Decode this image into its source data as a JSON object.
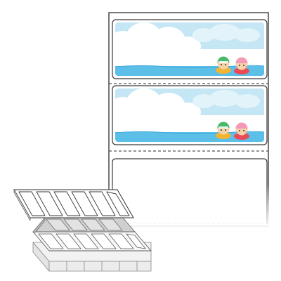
{
  "product": {
    "colors": {
      "sheet_border": "#2b2b2b",
      "perforation": "#555555",
      "sky": "#c5e6f4",
      "cloud": "#ffffff",
      "water": "#5bbfe8",
      "water_dark": "#3ea8db",
      "label_border": "#3a3a3a",
      "stack_fill": "#fafafa",
      "stack_edge": "#8a8a8a",
      "cap_green": "#49b86a",
      "cap_pink": "#f49ab7",
      "skin": "#f7d2a8",
      "float_ring": "#f2b431",
      "float_ring_red": "#e94b56"
    },
    "labels": [
      {
        "design": "swim-kids-print"
      },
      {
        "design": "swim-kids-print"
      },
      {
        "design": "blank"
      }
    ]
  }
}
